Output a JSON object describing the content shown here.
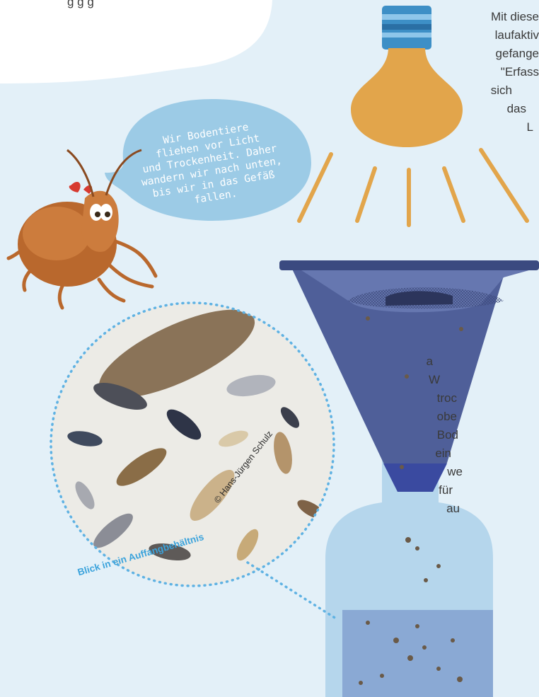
{
  "top_left_fragment": "g     g g",
  "intro_lines": [
    "Mit diese",
    "laufaktiv",
    "gefange",
    "\"Erfass",
    "sich",
    "das",
    "L"
  ],
  "bubble_lines": [
    "Wir Bodentiere",
    "fliehen vor Licht",
    "und Trockenheit. Daher",
    "wandern wir nach unten,",
    "bis wir in das Gefäß",
    "fallen."
  ],
  "side_lines": [
    "a",
    "W",
    "troc",
    "obe",
    "Bod",
    "ein",
    "we",
    "für",
    "au"
  ],
  "copyright": "© Hans-Jürgen Schulz",
  "caption": "Blick in ein Auffangbehältnis",
  "colors": {
    "background": "#e3f0f8",
    "bubble": "#9ccbe6",
    "lamp_bulb": "#e2a54b",
    "lamp_base": "#3d8fc6",
    "funnel": "#4f5f99",
    "bottle": "#b5d6ec",
    "caption": "#3ba3dc",
    "bug_body": "#b9682d"
  }
}
